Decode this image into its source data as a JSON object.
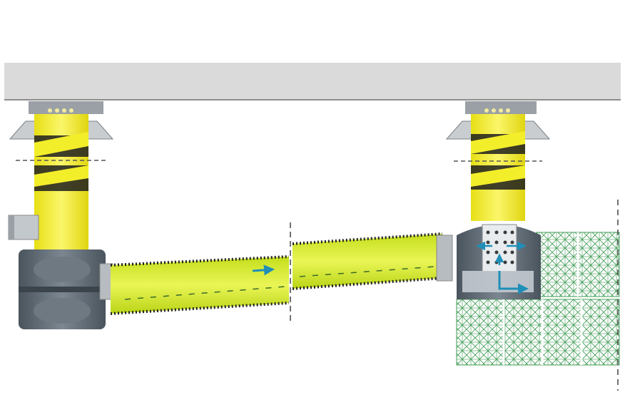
{
  "figure": {
    "background": "#ffffff",
    "colors": {
      "road_surface": "#dadada",
      "road_edge": "#8d8d8d",
      "shaft_yellow": "#f3ee2a",
      "pipe_green_yellow": "#d6ea2c",
      "corrugation": "#2b2b2b",
      "chamber_grey": "#5f6a74",
      "chamber_light": "#c3cad0",
      "metal_fitting": "#b7bcc0",
      "grid_green": "#3f9c55",
      "flow_arrow": "#1f8fb8"
    },
    "components": [
      {
        "id": "road-surface",
        "icon": "road-slab"
      },
      {
        "id": "manhole-cover-left",
        "icon": "grate-cover"
      },
      {
        "id": "manhole-cover-right",
        "icon": "grate-cover"
      },
      {
        "id": "shaft-left",
        "icon": "corrugated-riser"
      },
      {
        "id": "shaft-right",
        "icon": "corrugated-riser"
      },
      {
        "id": "inlet-stub",
        "icon": "side-inlet-pipe"
      },
      {
        "id": "sediment-chamber",
        "icon": "settling-chamber"
      },
      {
        "id": "connecting-pipe",
        "icon": "perforated-drain-pipe"
      },
      {
        "id": "distribution-chamber",
        "icon": "perforated-distribution-box"
      },
      {
        "id": "infiltration-blocks",
        "icon": "infiltration-crates"
      }
    ],
    "flow": {
      "direction": "left-to-right",
      "arrow_icon": "flow-arrow"
    }
  }
}
